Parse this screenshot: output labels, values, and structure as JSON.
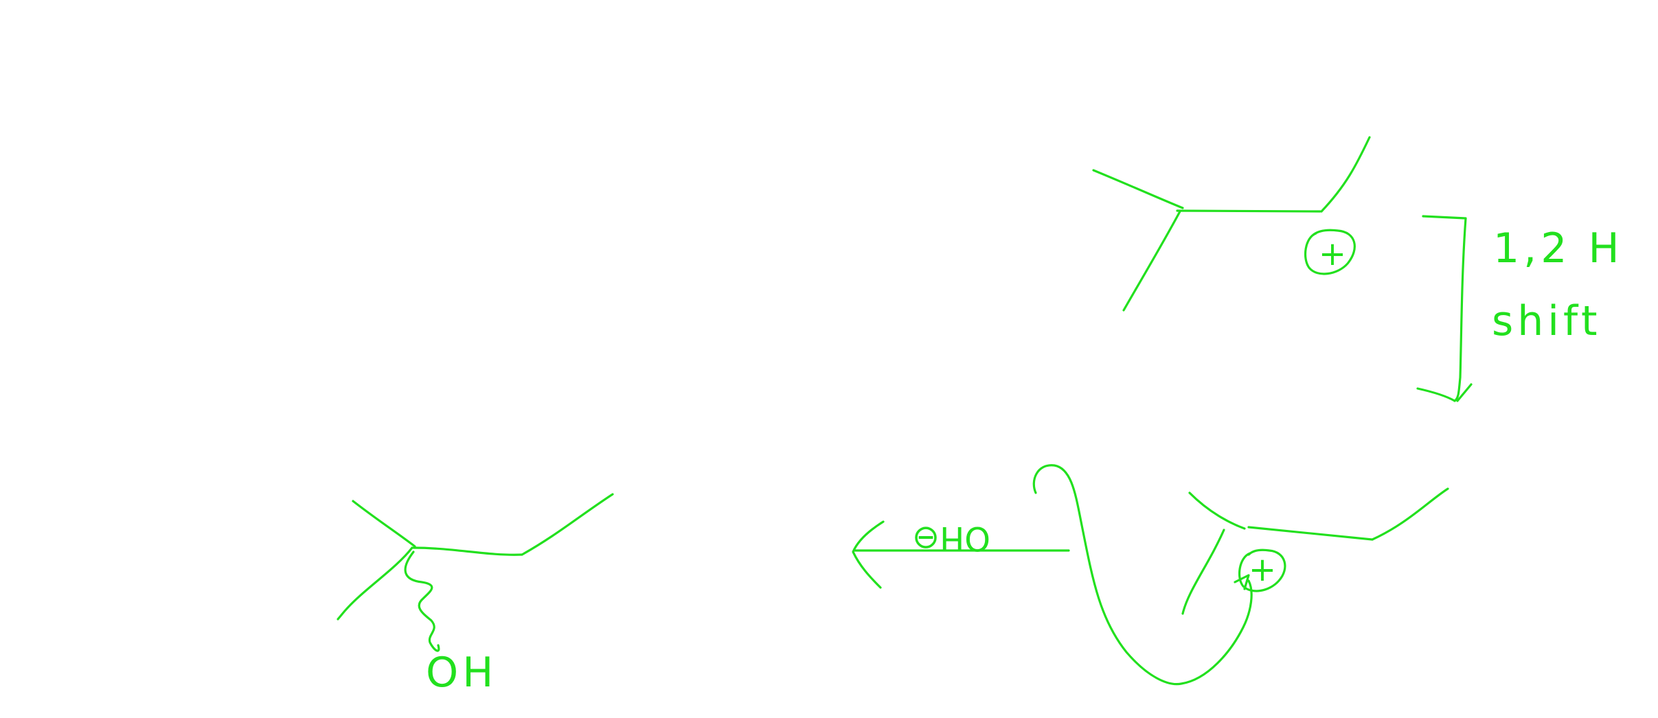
{
  "ink_color": "#22e01e",
  "background_color": "#ffffff",
  "annotations": {
    "shift_line1": "1,2 H",
    "shift_line2": "shift",
    "reagent": "OH⊖",
    "product_group": "OH",
    "charge_symbol": "+"
  }
}
